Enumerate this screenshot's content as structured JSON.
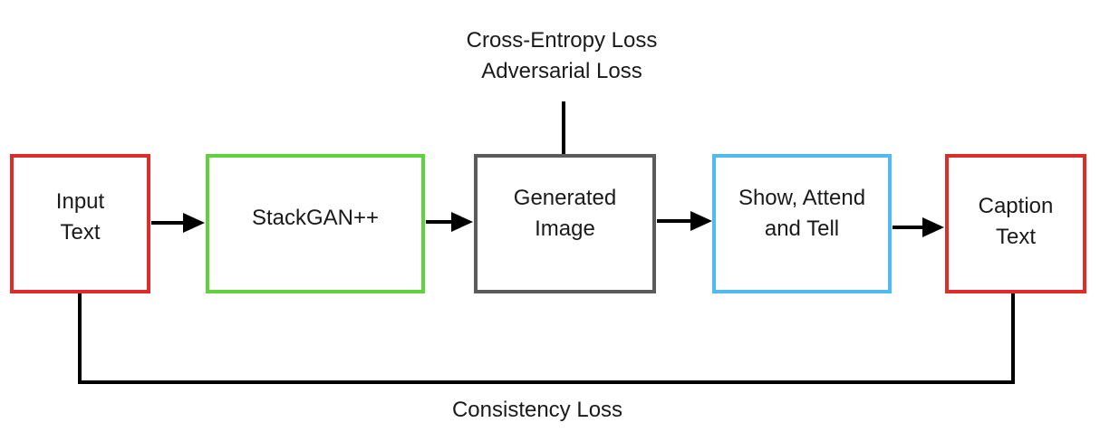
{
  "nodes": {
    "input_text": {
      "lines": [
        "Input",
        "Text"
      ],
      "border_color": "#e02b2b"
    },
    "stackgan": {
      "lines": [
        "StackGAN++"
      ],
      "border_color": "#5ed33d"
    },
    "generated_image": {
      "lines": [
        "Generated",
        "Image"
      ],
      "border_color": "#5b5b5b"
    },
    "show_attend_tell": {
      "lines": [
        "Show, Attend",
        "and Tell"
      ],
      "border_color": "#52baf2"
    },
    "caption_text": {
      "lines": [
        "Caption",
        "Text"
      ],
      "border_color": "#e02b2b"
    }
  },
  "annotations": {
    "top_losses": [
      "Cross-Entropy Loss",
      "Adversarial Loss"
    ],
    "bottom_loss": "Consistency Loss"
  },
  "edges": [
    {
      "from": "input_text",
      "to": "stackgan"
    },
    {
      "from": "stackgan",
      "to": "generated_image"
    },
    {
      "from": "generated_image",
      "to": "show_attend_tell"
    },
    {
      "from": "show_attend_tell",
      "to": "caption_text"
    }
  ],
  "colors": {
    "connector": "#000000"
  }
}
